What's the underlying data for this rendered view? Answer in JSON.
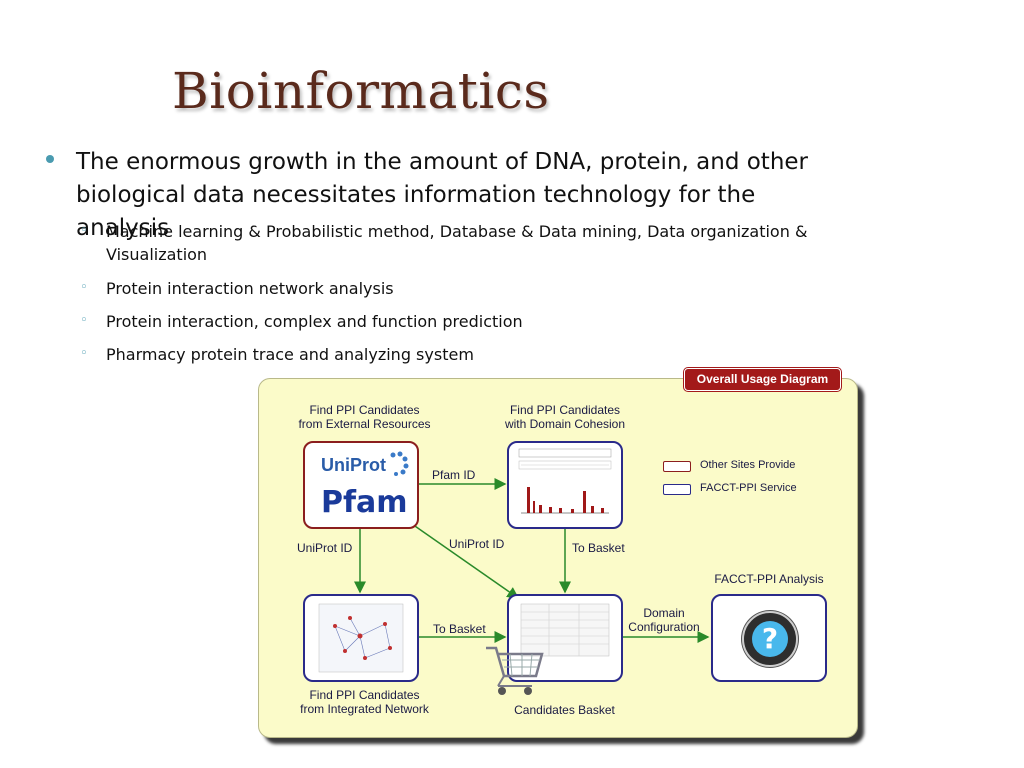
{
  "slide": {
    "title": "Bioinformatics",
    "bullet": "The enormous growth in the amount of DNA, protein, and other biological data necessitates information technology for the analysis",
    "subbullets": [
      "Machine learning & Probabilistic method, Database & Data mining, Data organization & Visualization",
      "Protein interaction network analysis",
      "Protein interaction, complex and function prediction",
      "Pharmacy protein trace and analyzing system"
    ],
    "sub_marker": "◦"
  },
  "diagram": {
    "tag": "Overall Usage Diagram",
    "ext_label_1": "Find PPI Candidates",
    "ext_label_2": "from External Resources",
    "dom_label_1": "Find PPI Candidates",
    "dom_label_2": "with Domain Cohesion",
    "net_label_1": "Find PPI Candidates",
    "net_label_2": "from Integrated Network",
    "basket_label": "Candidates Basket",
    "analysis_label": "FACCT-PPI Analysis",
    "pfam_id": "Pfam ID",
    "uniprot_id_left": "UniProt ID",
    "uniprot_id_diag": "UniProt ID",
    "to_basket_right": "To Basket",
    "to_basket_left": "To Basket",
    "domain_config_1": "Domain",
    "domain_config_2": "Configuration",
    "legend_red": "Other Sites Provide",
    "legend_blue": "FACCT-PPI Service",
    "logo_uniprot_a": "Uni",
    "logo_uniprot_b": "Prot",
    "logo_pfam": "Pfam",
    "question_mark": "?",
    "colors": {
      "red_border": "#8b1e1e",
      "blue_border": "#2a2a8a",
      "arrow": "#2a8a2a",
      "panel": "#fbfbc9"
    }
  }
}
